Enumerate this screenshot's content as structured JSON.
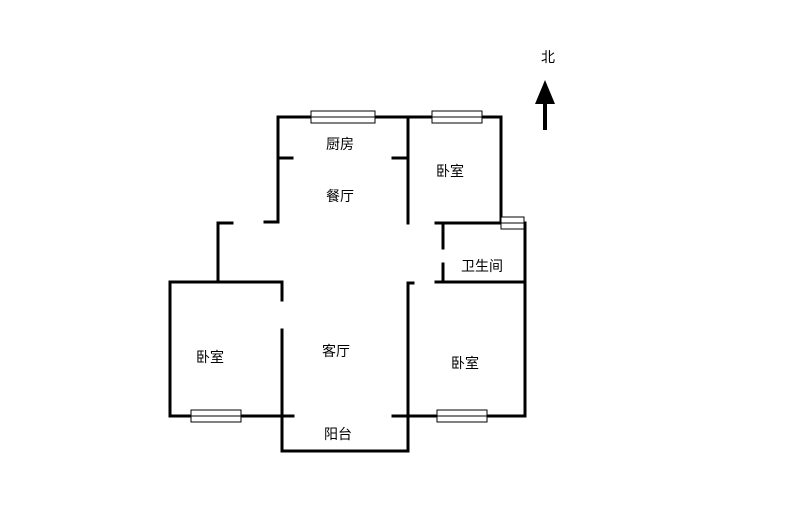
{
  "compass": {
    "label": "北",
    "icon": "north-arrow-icon"
  },
  "rooms": {
    "kitchen": "厨房",
    "dining": "餐厅",
    "bedroom_north": "卧室",
    "bathroom": "卫生间",
    "bedroom_west": "卧室",
    "living": "客厅",
    "bedroom_south": "卧室",
    "balcony": "阳台"
  },
  "colors": {
    "wall": "#000000",
    "background": "#ffffff"
  }
}
